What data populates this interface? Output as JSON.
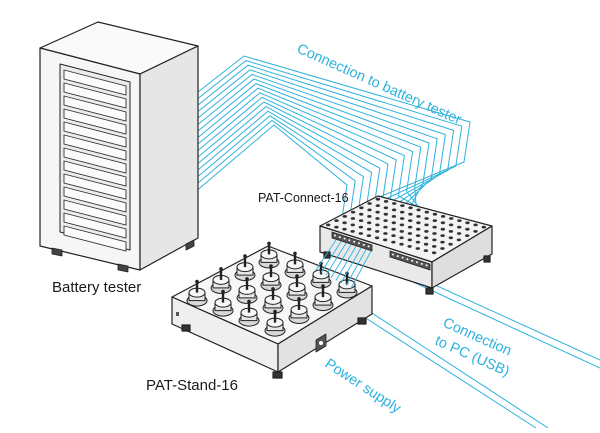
{
  "labels": {
    "battery_tester": "Battery tester",
    "pat_connect": "PAT-Connect-16",
    "pat_stand": "PAT-Stand-16",
    "connection_battery": "Connection to battery tester",
    "connection_pc_line1": "Connection",
    "connection_pc_line2": "to PC (USB)",
    "power_supply": "Power supply"
  },
  "colors": {
    "cable": "#2cb2de",
    "outline": "#222222",
    "device_fill": "#f4f4f4"
  },
  "counts": {
    "cables": 16,
    "cells": 16
  }
}
